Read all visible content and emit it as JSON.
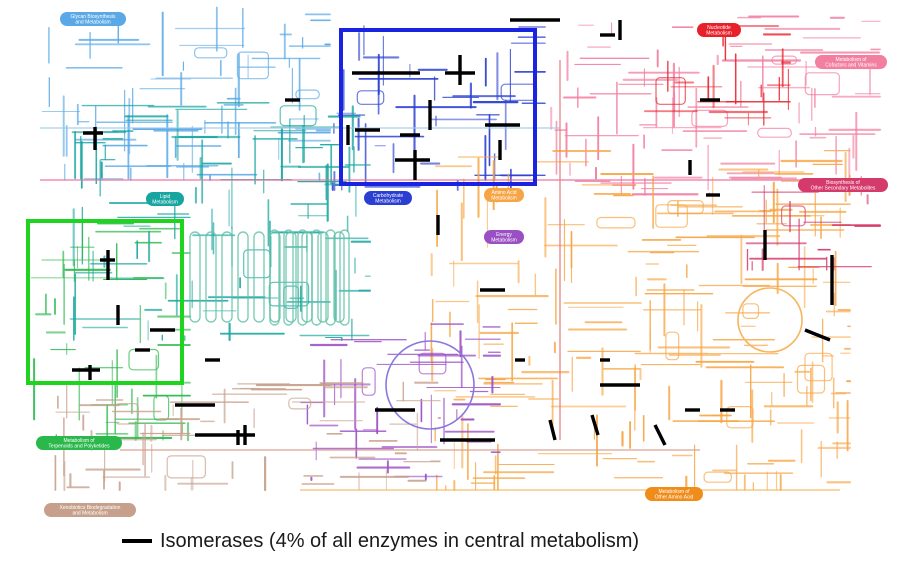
{
  "map": {
    "categories": [
      {
        "key": "glycan",
        "lines": [
          "Glycan Biosynthesis",
          "and Metabolism"
        ],
        "color": "#5aa9e6"
      },
      {
        "key": "carbohydrate",
        "lines": [
          "Carbohydrate",
          "Metabolism"
        ],
        "color": "#2a3fd1"
      },
      {
        "key": "nucleotide",
        "lines": [
          "Nucleotide",
          "Metabolism"
        ],
        "color": "#e8202a"
      },
      {
        "key": "cofactors",
        "lines": [
          "Metabolism of",
          "Cofactors and Vitamins"
        ],
        "color": "#f27ea0"
      },
      {
        "key": "lipid",
        "lines": [
          "Lipid",
          "Metabolism"
        ],
        "color": "#18a5a0"
      },
      {
        "key": "amino-acid",
        "lines": [
          "Amino Acid",
          "Metabolism"
        ],
        "color": "#f7a544"
      },
      {
        "key": "energy",
        "lines": [
          "Energy",
          "Metabolism"
        ],
        "color": "#9b4fc4"
      },
      {
        "key": "secondary",
        "lines": [
          "Biosynthesis of",
          "Other Secondary Metabolites"
        ],
        "color": "#d43a6a"
      },
      {
        "key": "terpenoids",
        "lines": [
          "Metabolism of",
          "Terpenoids and Polyketides"
        ],
        "color": "#2ab84b"
      },
      {
        "key": "xenobiotics",
        "lines": [
          "Xenobiotics Biodegradation",
          "and Metabolism"
        ],
        "color": "#c7a08c"
      },
      {
        "key": "other-amino",
        "lines": [
          "Metabolism of",
          "Other Amino Acid"
        ],
        "color": "#f08c1a"
      }
    ],
    "highlight_colors": {
      "carbohydrate_box": "#1a24e0",
      "terpenoid_box": "#1fd41f"
    }
  },
  "legend": {
    "text": "Isomerases (4% of all enzymes in central metabolism)",
    "swatch_color": "#000000"
  }
}
